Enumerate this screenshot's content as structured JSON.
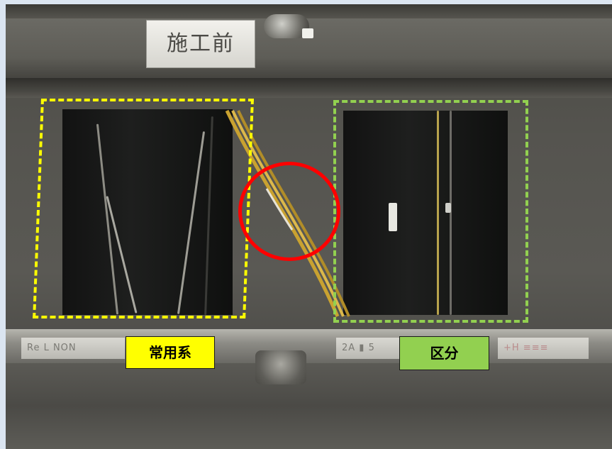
{
  "photo": {
    "sign_text": "施工前",
    "strip_left_text": "Re L NON",
    "strip_middle_text": "2A ▮ 5",
    "strip_right_text": "+H ≡≡≡"
  },
  "annotations": {
    "yellow_box_color": "#ffff00",
    "green_box_color": "#92d050",
    "circle_color": "#ff0000",
    "yellow_label": "常用系",
    "green_label": "区分"
  }
}
